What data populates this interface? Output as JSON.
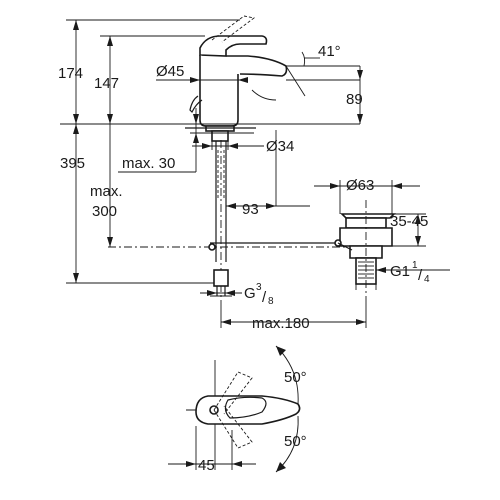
{
  "dimensions": {
    "total_height": "174",
    "spout_height": "147",
    "spout_diameter": "Ø45",
    "spout_angle": "41°",
    "spout_reach": "89",
    "base_diameter": "Ø34",
    "deck_thickness": "max. 30",
    "overall_height": "395",
    "hose_length_line1": "max.",
    "hose_length_line2": "300",
    "pop_up_offset": "93",
    "waste_diameter": "Ø63",
    "waste_height": "35-45",
    "waste_thread": "G1",
    "waste_thread_num": "1",
    "waste_thread_den": "4",
    "supply_thread": "G",
    "supply_thread_num": "3",
    "supply_thread_den": "8",
    "rod_length": "max.180",
    "lever_angle_up": "50°",
    "lever_angle_down": "50°",
    "plan_offset": "45"
  }
}
